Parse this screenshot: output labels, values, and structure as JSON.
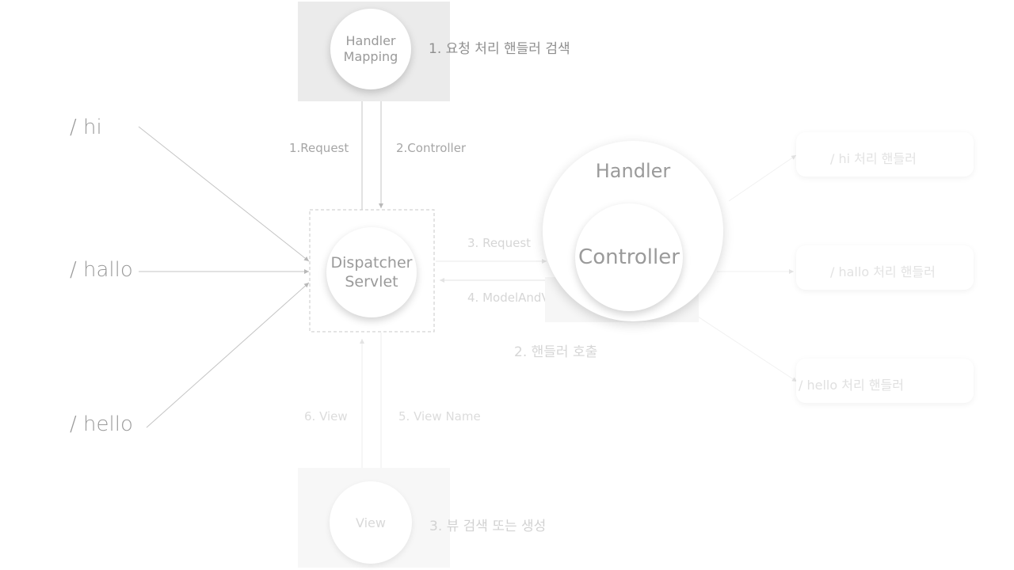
{
  "routes": [
    "/ hi",
    "/ hallo",
    "/ hello"
  ],
  "handler_mapping": {
    "label_line1": "Handler",
    "label_line2": "Mapping",
    "step": "1. 요청 처리 핸들러 검색"
  },
  "dispatcher": {
    "label_line1": "Dispatcher",
    "label_line2": "Servlet"
  },
  "arrows": {
    "request_1": "1.Request",
    "controller_2": "2.Controller",
    "request_3": "3. Request",
    "model_and_view_4": "4. ModelAndView",
    "view_name_5": "5. View Name",
    "view_6": "6. View"
  },
  "handler": {
    "title": "Handler",
    "controller": "Controller",
    "step": "2. 핸들러 호출"
  },
  "view": {
    "label": "View",
    "step": "3. 뷰 검색 또는 생성"
  },
  "handler_cards": [
    "/ hi 처리 핸들러",
    "/ hallo 처리 핸들러",
    "/ hello 처리 핸들러"
  ],
  "colors": {
    "line": "#bdbdbd",
    "faint_line": "#e6e6e6",
    "box_fill": "#ebebeb",
    "faint_box_fill": "#f7f7f7"
  }
}
